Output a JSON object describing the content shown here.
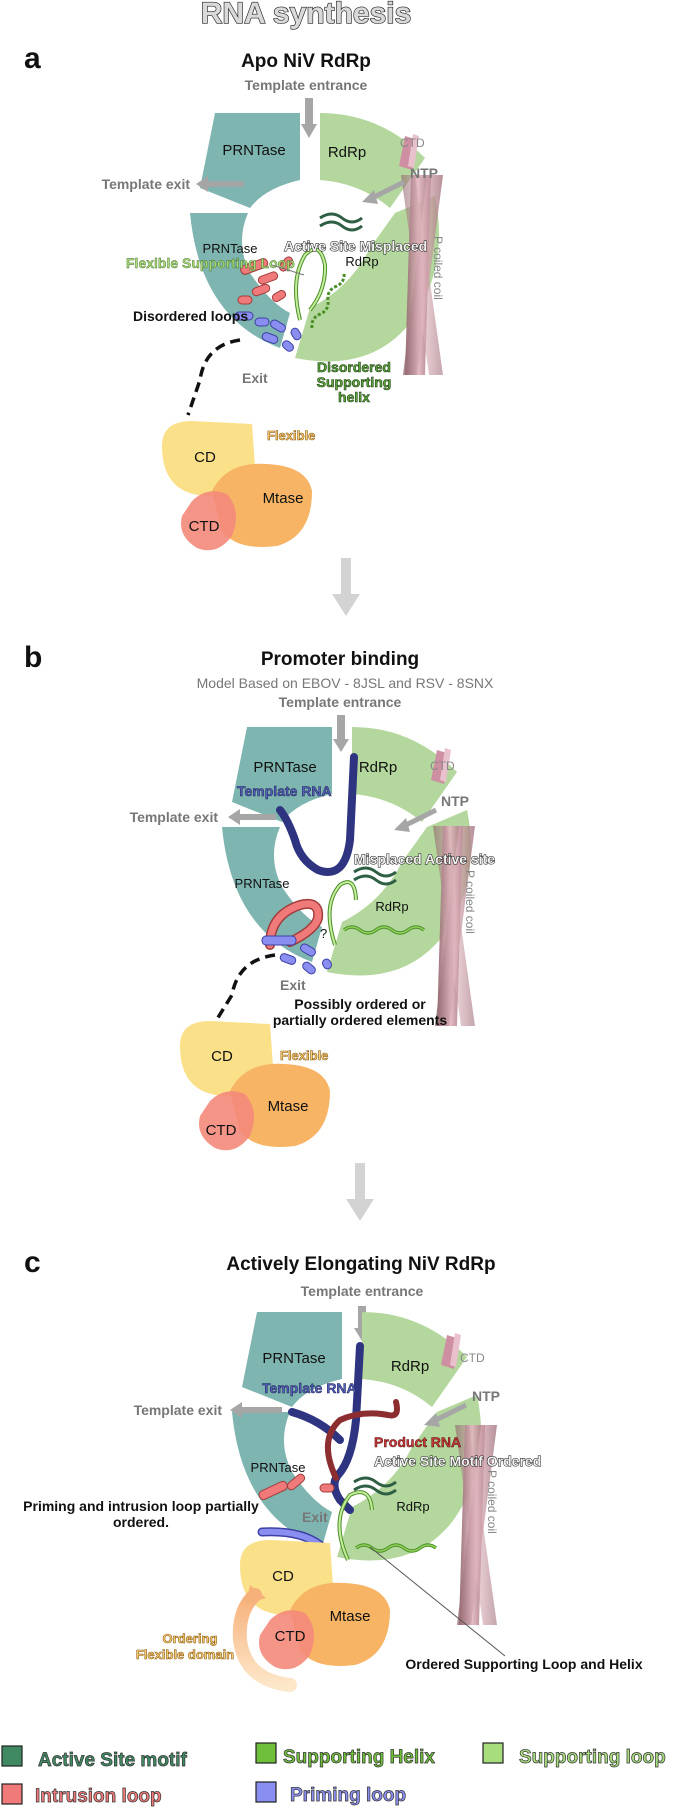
{
  "title": "RNA synthesis",
  "panels": [
    {
      "letter": "a",
      "title": "Apo NiV RdRp",
      "template_entrance": "Template entrance",
      "template_exit": "Template exit",
      "ntp": "NTP",
      "prntase_top": "PRNTase",
      "rdrp_top": "RdRp",
      "ctd_small": "CTD",
      "coiled_coil": "P coiled coil",
      "prntase_mid": "PRNTase",
      "rdrp_mid": "RdRp",
      "exit": "Exit",
      "cd": "CD",
      "mtase": "Mtase",
      "ctd": "CTD",
      "flexible": "Flexible",
      "flexible_supporting_loop": "Flexible Supporting Loop",
      "active_site_misplaced": "Active Site Misplaced",
      "disordered_loops": "Disordered loops",
      "disordered_helix_lines": [
        "Disordered",
        "Supporting",
        "helix"
      ]
    },
    {
      "letter": "b",
      "title": "Promoter binding",
      "subtitle": "Model Based on EBOV - 8JSL and  RSV - 8SNX",
      "template_entrance": "Template entrance",
      "template_exit": "Template exit",
      "ntp": "NTP",
      "prntase_top": "PRNTase",
      "rdrp_top": "RdRp",
      "ctd_small": "CTD",
      "coiled_coil": "P coiled coil",
      "template_rna": "Template RNA",
      "misplaced_active_site": "Misplaced Active site",
      "prntase_mid": "PRNTase",
      "rdrp_mid": "RdRp",
      "question": "?",
      "exit": "Exit",
      "possibly_lines": [
        "Possibly ordered or",
        "partially ordered elements"
      ],
      "cd": "CD",
      "mtase": "Mtase",
      "ctd": "CTD",
      "flexible": "Flexible"
    },
    {
      "letter": "c",
      "title": "Actively Elongating NiV RdRp",
      "template_entrance": "Template entrance",
      "template_exit": "Template exit",
      "ntp": "NTP",
      "prntase_top": "PRNTase",
      "rdrp_top": "RdRp",
      "ctd_small": "CTD",
      "coiled_coil": "P coiled coil",
      "template_rna": "Template RNA",
      "product_rna": "Product RNA",
      "active_site_ordered": "Active Site Motif Ordered",
      "prntase_mid": "PRNTase",
      "rdrp_mid": "RdRp",
      "exit": "Exit",
      "priming_lines": [
        "Priming and intrusion loop partially",
        "ordered."
      ],
      "cd": "CD",
      "mtase": "Mtase",
      "ctd": "CTD",
      "ordering_lines": [
        "Ordering",
        "Flexible domain"
      ],
      "ordered_support": "Ordered Supporting Loop and Helix"
    }
  ],
  "legend": [
    {
      "label": "Active Site motif",
      "color": "#3f8a63"
    },
    {
      "label": "Supporting Helix",
      "color": "#6fbf3a"
    },
    {
      "label": "Supporting loop",
      "color": "#a8dd7e"
    },
    {
      "label": "Intrusion loop",
      "color": "#f07a7a"
    },
    {
      "label": "Priming loop",
      "color": "#8a8ef0"
    }
  ],
  "colors": {
    "prntase": "#7fb5b0",
    "rdrp": "#b3d79c",
    "cd": "#fbe08a",
    "mtase": "#f7b465",
    "ctd": "#f38a7a",
    "template_rna": "#2f3480",
    "product_rna": "#8c2d30",
    "coil": "#c48a9a",
    "arrow": "#a6a6a6"
  }
}
